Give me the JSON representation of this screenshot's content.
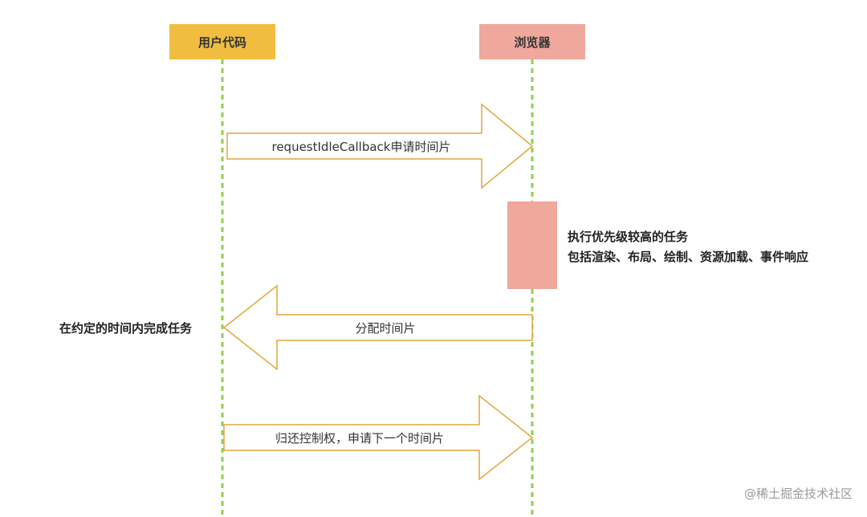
{
  "actors": {
    "user_code": {
      "label": "用户代码",
      "color": "#f0bd41"
    },
    "browser": {
      "label": "浏览器",
      "color": "#f0a79c"
    }
  },
  "lifeline_color": "#8ed14f",
  "arrow_stroke": "#e3a63c",
  "messages": [
    {
      "label": "requestIdleCallback申请时间片",
      "direction": "to-browser"
    },
    {
      "label": "分配时间片",
      "direction": "to-user-code"
    },
    {
      "label": "归还控制权，申请下一个时间片",
      "direction": "to-browser"
    }
  ],
  "browser_task": {
    "lines": [
      "执行优先级较高的任务",
      "包括渲染、布局、绘制、资源加载、事件响应"
    ],
    "color": "#f0a79c"
  },
  "user_code_note": "在约定的时间内完成任务",
  "watermark": "@稀土掘金技术社区"
}
